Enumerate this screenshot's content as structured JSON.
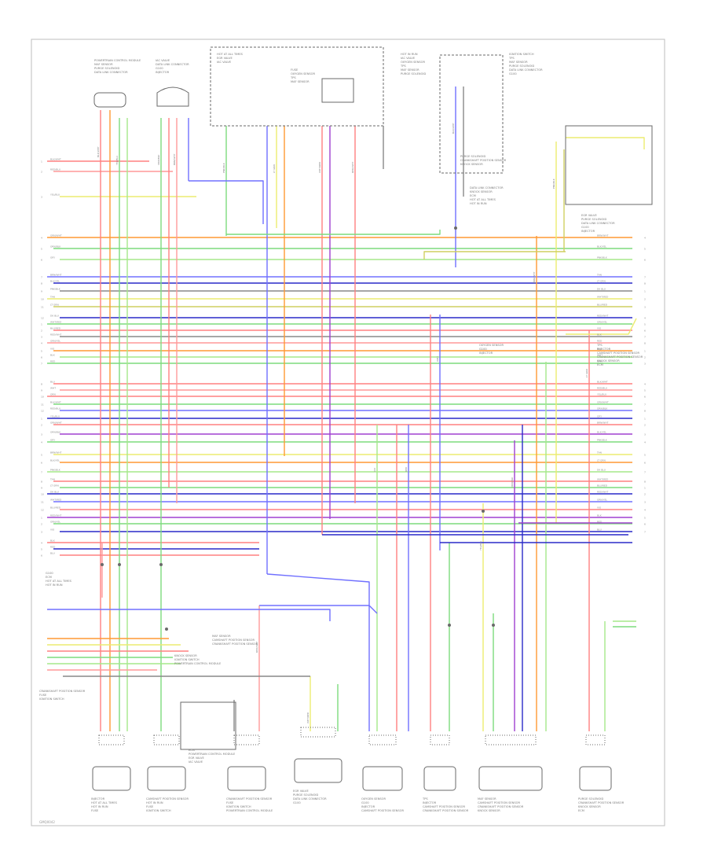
{
  "diagram": {
    "ref_label": "GMQ0042",
    "colors": {
      "red": "#ff8080",
      "pink": "#ff9999",
      "green": "#7ddc7d",
      "lightgreen": "#a6e88a",
      "blue": "#7070ff",
      "darkblue": "#2a2ac8",
      "orange": "#ff9933",
      "yellow": "#ecec70",
      "gray": "#888888",
      "purple": "#a040d0",
      "olive": "#cfcf60"
    },
    "component_labels": [
      "INJECTOR",
      "CAMSHAFT POSITION SENSOR",
      "CRANKSHAFT POSITION SENSOR",
      "KNOCK SENSOR",
      "ECM",
      "HOT AT ALL TIMES",
      "HOT IN RUN",
      "FUSE",
      "IGNITION SWITCH",
      "POWERTRAIN CONTROL MODULE",
      "EGR VALVE",
      "IAC VALVE",
      "OXYGEN SENSOR",
      "TPS",
      "MAF SENSOR",
      "PURGE SOLENOID",
      "DATA LINK CONNECTOR",
      "G100"
    ],
    "wire_codes": [
      "BLK/WHT",
      "RED/BLU",
      "YEL/BLU",
      "GRN/WHT",
      "ORN/BLK",
      "GRY",
      "BRN/WHT",
      "BLK/YEL",
      "PNK/BLK",
      "TAN",
      "LT GRN",
      "DK BLU",
      "WHT/RED",
      "BLU/RED",
      "RED/WHT",
      "GRN/YEL",
      "VIO",
      "BLK",
      "RED",
      "BLU",
      "WHT",
      "ORN"
    ]
  }
}
